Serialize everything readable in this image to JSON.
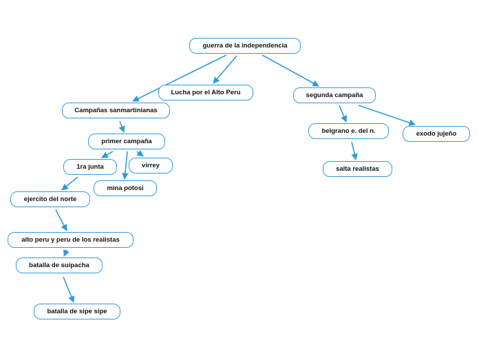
{
  "colors": {
    "edge": "#2d9bdc",
    "node_border": "#2d9bdc",
    "text": "#111111",
    "background": "#ffffff"
  },
  "nodes": {
    "root": "guerra de la independencia",
    "alto_peru": "Lucha por el Alto Peru",
    "campanas": "Campañas sanmartinianas",
    "segunda": "segunda campaña",
    "belgrano": "belgrano e. del n.",
    "exodo": "exodo jujeño",
    "salta": "salta realistas",
    "primer": "primer campaña",
    "junta": "1ra junta",
    "virrey": "virrey",
    "mina": "mina potosi",
    "ejercito": "ejercito del norte",
    "realistas": "alto peru y peru de los realistas",
    "suipacha": "batalla de suipacha",
    "sipe": "batalla de sipe sipe"
  },
  "edges": [
    [
      "root",
      "alto_peru"
    ],
    [
      "root",
      "campanas"
    ],
    [
      "root",
      "segunda"
    ],
    [
      "segunda",
      "belgrano"
    ],
    [
      "segunda",
      "exodo"
    ],
    [
      "belgrano",
      "salta"
    ],
    [
      "campanas",
      "primer"
    ],
    [
      "primer",
      "junta"
    ],
    [
      "primer",
      "virrey"
    ],
    [
      "primer",
      "mina"
    ],
    [
      "junta",
      "ejercito"
    ],
    [
      "ejercito",
      "realistas"
    ],
    [
      "realistas",
      "suipacha"
    ],
    [
      "suipacha",
      "sipe"
    ]
  ]
}
